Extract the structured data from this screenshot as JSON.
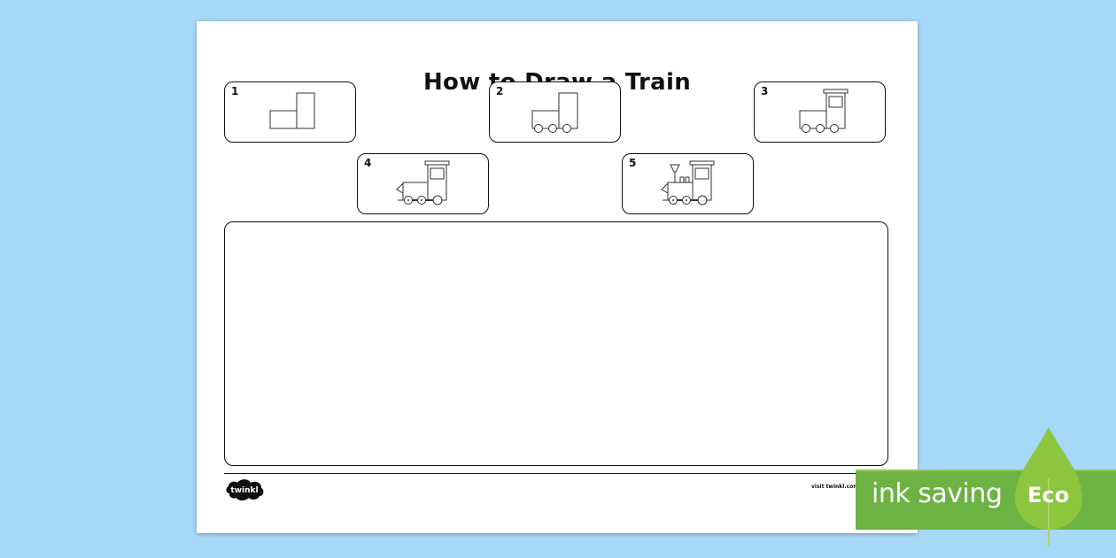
{
  "worksheet": {
    "title": "How to Draw a Train",
    "steps": [
      "1",
      "2",
      "3",
      "4",
      "5"
    ],
    "footer_url": "visit twinkl.com"
  },
  "logo": {
    "text": "twinkl"
  },
  "badge": {
    "label": "ink saving",
    "eco": "Eco"
  }
}
